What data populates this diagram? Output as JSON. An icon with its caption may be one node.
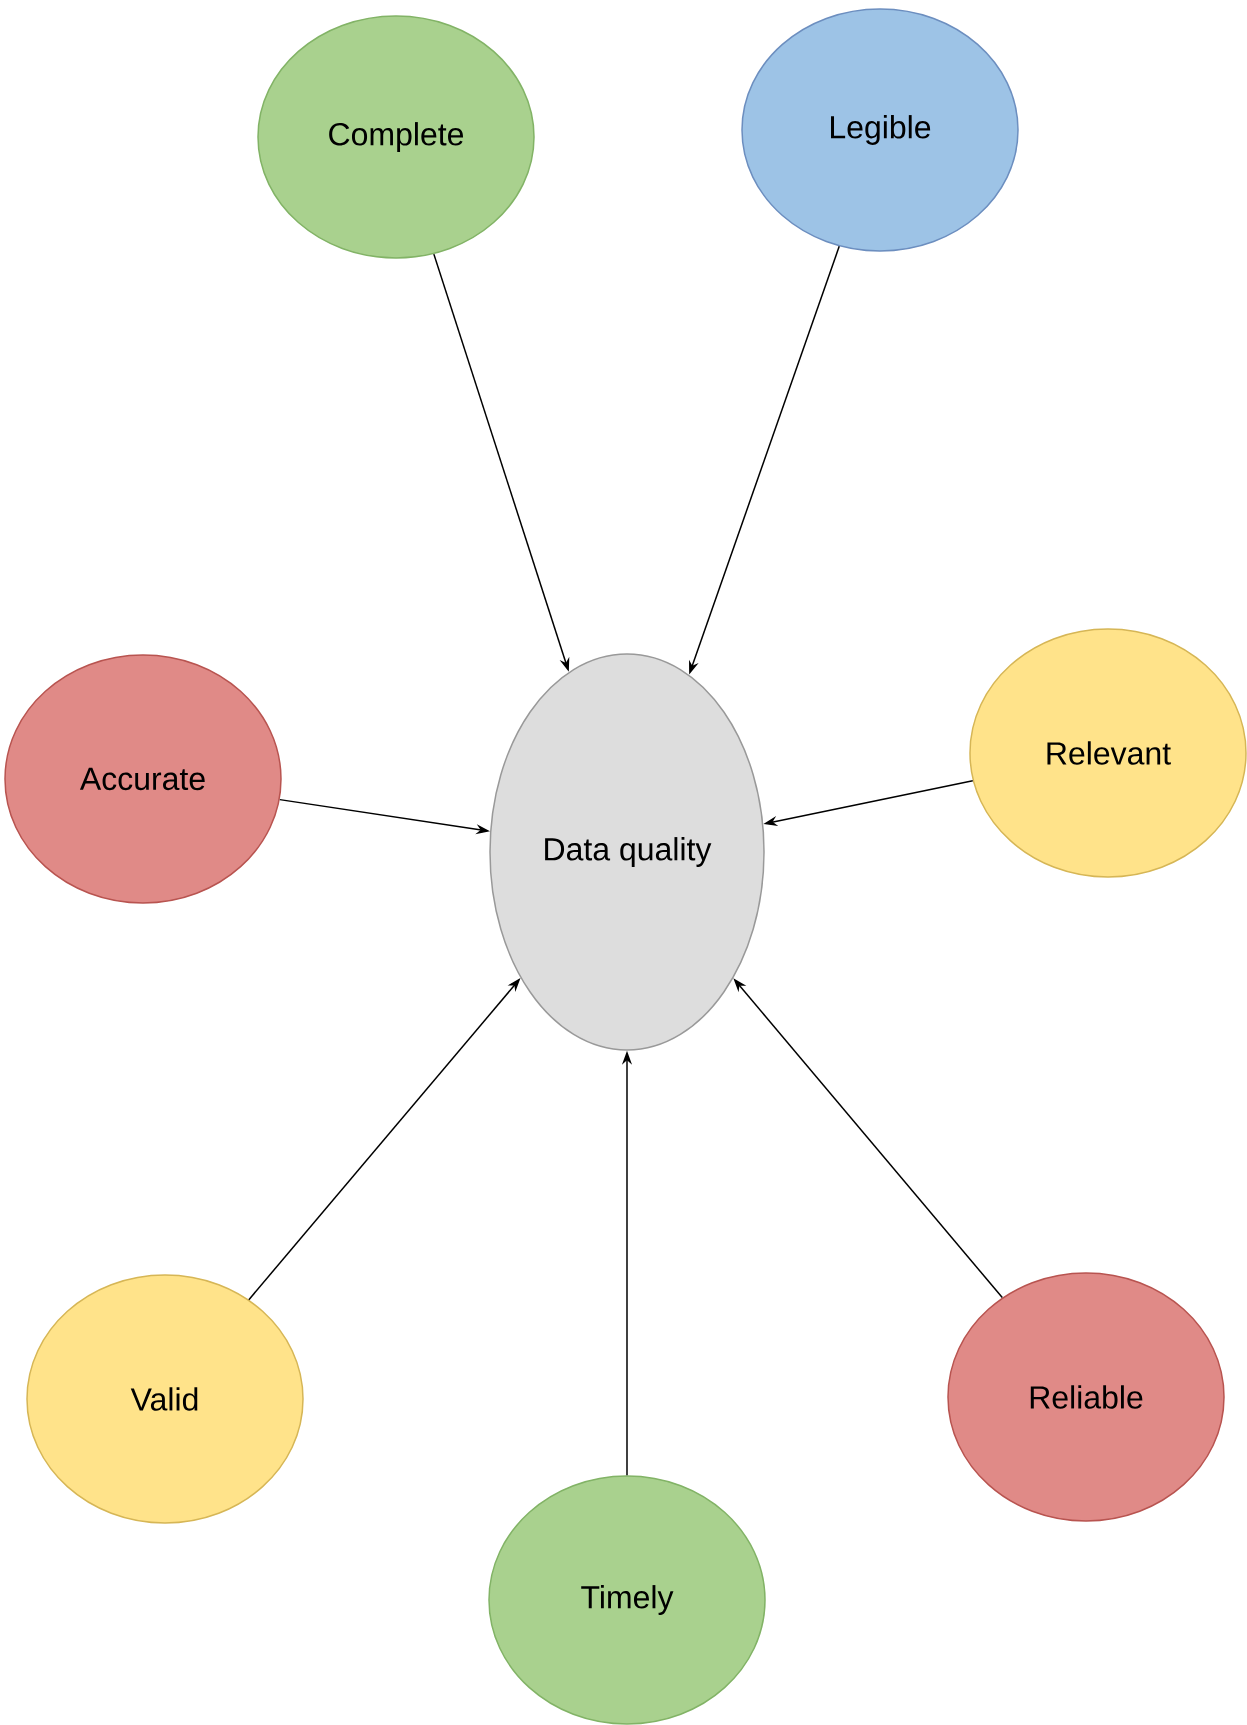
{
  "diagram": {
    "nodes": [
      {
        "text": [
          "Complete"
        ]
      },
      {
        "text": [
          "Legible"
        ]
      },
      {
        "text": [
          "Accurate"
        ]
      },
      {
        "text": [
          "Data quality"
        ]
      },
      {
        "text": [
          "Relevant"
        ]
      },
      {
        "text": [
          "Valid"
        ]
      },
      {
        "text": [
          "Reliable"
        ]
      },
      {
        "text": [
          "Timely"
        ]
      }
    ],
    "edges": [
      {
        "from": 0,
        "to": 3,
        "arrow": "to"
      },
      {
        "from": 1,
        "to": 3,
        "arrow": "to"
      },
      {
        "from": 2,
        "to": 3,
        "arrow": "to"
      },
      {
        "from": 4,
        "to": 3,
        "arrow": "to"
      },
      {
        "from": 5,
        "to": 3,
        "arrow": "to"
      },
      {
        "from": 6,
        "to": 3,
        "arrow": "to"
      },
      {
        "from": 7,
        "to": 3,
        "arrow": "to"
      }
    ]
  }
}
